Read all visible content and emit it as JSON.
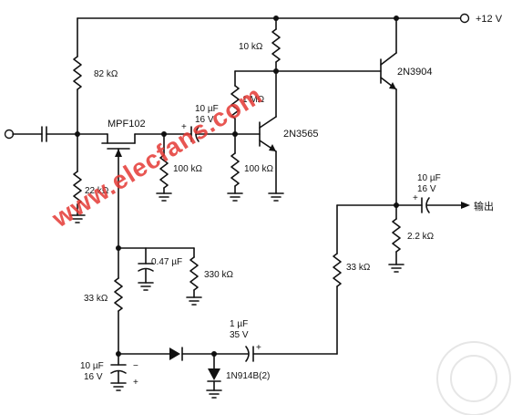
{
  "supply": "+12 V",
  "output": "输出",
  "watermark": "www.elecfans.com",
  "parts": {
    "r82k": "82 kΩ",
    "r22k": "22 kΩ",
    "c_in": "",
    "jfet": "MPF102",
    "c10u_a_val": "10 µF",
    "c10u_a_v": "16 V",
    "r100k_a": "100 kΩ",
    "r10k": "10 kΩ",
    "r1m": "1 MΩ",
    "r100k_b": "100 kΩ",
    "q1": "2N3565",
    "q2": "2N3904",
    "c10u_out_val": "10 µF",
    "c10u_out_v": "16 V",
    "r2_2k": "2.2 kΩ",
    "c047": "0.47 µF",
    "r330k": "330 kΩ",
    "r33k_a": "33 kΩ",
    "r33k_b": "33 kΩ",
    "c1u_val": "1 µF",
    "c1u_v": "35 V",
    "c10u_b_val": "10 µF",
    "c10u_b_v": "16 V",
    "diodes": "1N914B(2)"
  }
}
